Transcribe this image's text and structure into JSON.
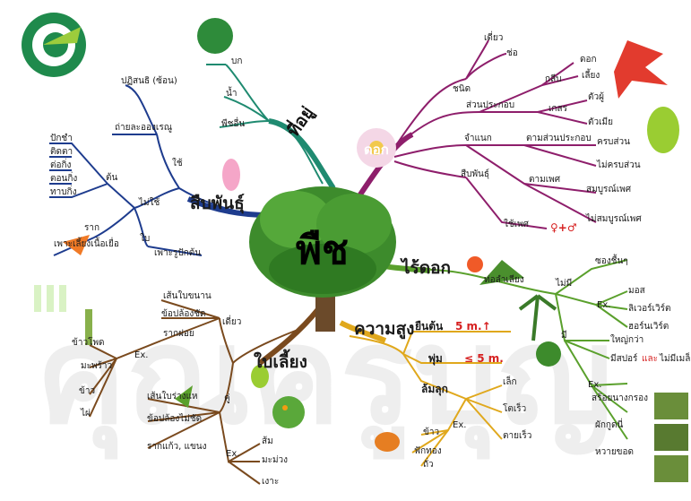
{
  "center": {
    "title": "พืช"
  },
  "watermark": {
    "text": "คุณครูบุญ"
  },
  "branches": {
    "habitat": {
      "label": "ที่อยู่",
      "color": "#1f8a70",
      "items": [
        "บก",
        "น้ำ",
        "พืชอื่น"
      ]
    },
    "flower": {
      "label": "ดอก",
      "color": "#8e1e6b",
      "kinds": "ชนิด",
      "single": "เดี่ยว",
      "bunch": "ช่อ",
      "parts": "ส่วนประกอบ",
      "petal": "กลีบ",
      "petal_items": [
        "ดอก",
        "เลี้ยง"
      ],
      "pollen": "เกสร",
      "pollen_items": [
        "ตัวผู้",
        "ตัวเมีย"
      ],
      "classify": "จำแนก",
      "by_parts": "ตามส่วนประกอบ",
      "by_parts_items": [
        "ครบส่วน",
        "ไม่ครบส่วน"
      ],
      "by_sex": "ตามเพศ",
      "by_sex_items": [
        "สมบูรณ์เพศ",
        "ไม่สมบูรณ์เพศ"
      ],
      "reproduce": "สืบพันธุ์",
      "sexual": "ใช้เพศ"
    },
    "reproduction": {
      "label": "สืบพันธุ์",
      "color": "#1e3c8e",
      "sexual": "ใช้",
      "asexual": "ไม่ใช้",
      "spore": "ถ่ายละอองเรณู",
      "spore2": "ปฏิสนธิ (ซ้อน)",
      "stem": "ต้น",
      "stem_items": [
        "ปักชำ",
        "ติดตา",
        "ต่อกิ่ง",
        "ตอนกิ่ง",
        "ทาบกิ่ง"
      ],
      "root": "ราก",
      "tissue": "เพาะเลี้ยงเนื้อเยื่อ",
      "leaf": "ใบ",
      "leaf2": "เพาะรูปักต้น"
    },
    "flowerless": {
      "label": "ไร้ดอก",
      "color": "#5aa02c",
      "vessel": "ท่อลำเลียง",
      "no": "ไม่มี",
      "moss": "มอส",
      "yes": "มี",
      "ex": "Ex.",
      "items_no": [
        "ซองชื้นๆ",
        "มอส",
        "ลิเวอร์เวิร์ต",
        "ฮอร์นเวิร์ต"
      ],
      "items_yes": [
        "ใหญ่กว่า",
        "มีสปอร์",
        "ไม่มีเมล็ด"
      ],
      "ferns": [
        "สร้อยนางกรอง",
        "ผักกูดนี่",
        "หวายขอด"
      ],
      "and": "และ"
    },
    "height": {
      "label": "ความสูง",
      "color": "#e0a81c",
      "tree": "ยืนต้น",
      "tree_val": "5 m.↑",
      "shrub": "พุ่ม",
      "shrub_val": "≤ 5 m.",
      "herb": "ล้มลุก",
      "herb_items": [
        "เล็ก",
        "โตเร็ว",
        "ตายเร็ว"
      ],
      "ex": "Ex.",
      "examples": [
        "ข้าว",
        "ฟักทอง",
        "ถั่ว"
      ]
    },
    "leaves": {
      "label": "ใบเลี้ยง",
      "color": "#7a4a1e",
      "mono": "เดี่ยว",
      "mono_items": [
        "เส้นใบขนาน",
        "ข้อปล้องชัด",
        "รากฝอย"
      ],
      "mono_ex": "Ex.",
      "mono_examples": [
        "ข้าวโพด",
        "มะพร้าว",
        "ข้าว",
        "ไผ่"
      ],
      "di": "คู่",
      "di_items": [
        "เส้นใบร่างแห",
        "ข้อปล้องไม่ชัด",
        "รากแก้ว, แขนง"
      ],
      "di_ex": "Ex.",
      "di_examples": [
        "ส้ม",
        "มะม่วง",
        "เงาะ"
      ]
    }
  }
}
